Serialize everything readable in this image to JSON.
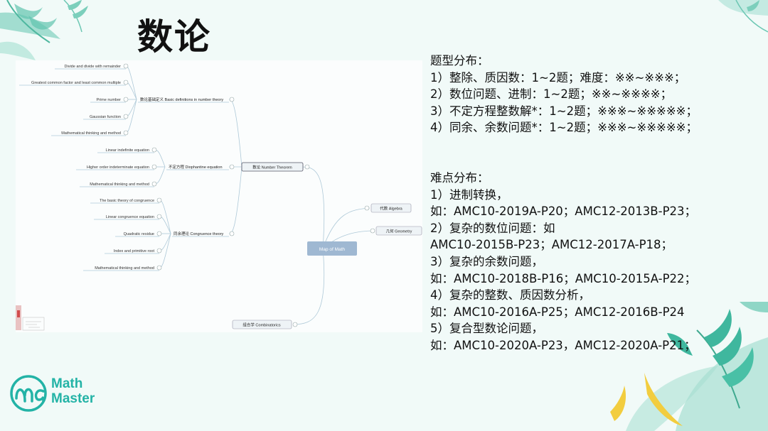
{
  "slide": {
    "title": "数论"
  },
  "mindmap": {
    "root": "Map of Math",
    "branches": [
      {
        "label": "数论 Number Theorem"
      },
      {
        "label": "代数 Algebra"
      },
      {
        "label": "几何 Geometry"
      },
      {
        "label": "组合学 Combinatorics"
      }
    ],
    "sub_branches": [
      {
        "label": "数论基础定义 Basic definitions in number theory",
        "leaves": [
          "Divide and divide with remainder",
          "Greatest common factor and least common multiple",
          "Prime number",
          "Gaussian function",
          "Mathematical thinking and method"
        ]
      },
      {
        "label": "不定方程 Diophantine equation",
        "leaves": [
          "Linear indefinite equation",
          "Higher order indeterminate equation",
          "Mathematical thinking and method"
        ]
      },
      {
        "label": "同余理论 Congruence theory",
        "leaves": [
          "The basic theory of congruence",
          "Linear congruence equation",
          "Quadratic residue",
          "Index and primitive root",
          "Mathematical thinking and method"
        ]
      }
    ]
  },
  "question_types": {
    "heading": "题型分布：",
    "items": [
      "1）整除、质因数：1~2题；难度：※※~※※※；",
      "2）数位问题、进制：1~2题；※※~※※※※；",
      "3）不定方程整数解*：1~2题；※※※~※※※※※；",
      "4）同余、余数问题*：1~2题；※※※~※※※※※；"
    ]
  },
  "difficulties": {
    "heading": "难点分布：",
    "lines": [
      "1）进制转换，",
      "如：AMC10-2019A-P20；AMC12-2013B-P23；",
      "2）复杂的数位问题：如",
      "AMC10-2015B-P23；AMC12-2017A-P18；",
      "3）复杂的余数问题，",
      "如：AMC10-2018B-P16；AMC10-2015A-P22；",
      "4）复杂的整数、质因数分析，",
      "如：AMC10-2016A-P25；AMC12-2016B-P24",
      "5）复合型数论问题，",
      "如：AMC10-2020A-P23，AMC12-2020A-P21；"
    ]
  },
  "logo": {
    "line1": "Math",
    "line2": "Master",
    "color": "#23b3a6"
  },
  "colors": {
    "background": "#f1faf8",
    "leaf_green": "#3fb79e",
    "accent_yellow": "#f2cd3f"
  }
}
